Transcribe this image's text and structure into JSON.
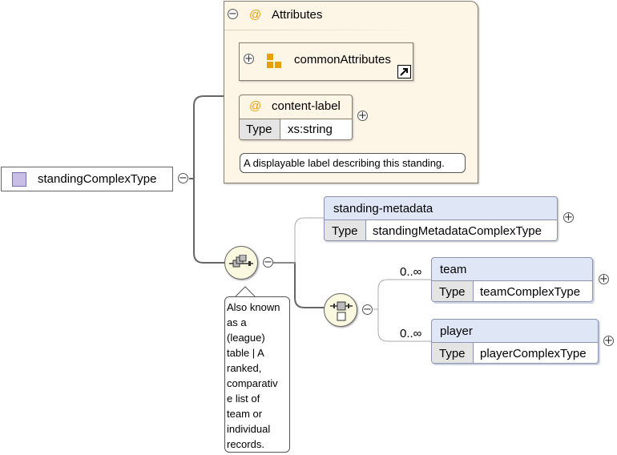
{
  "root": {
    "name": "standingComplexType",
    "toggle": "−"
  },
  "attributes_group": {
    "title": "Attributes",
    "at_symbol": "@",
    "toggle": "−",
    "common": {
      "name": "commonAttributes",
      "toggle": "+"
    },
    "content_label": {
      "name": "content-label",
      "type_label": "Type",
      "type_value": "xs:string",
      "toggle": "+",
      "annotation": "A displayable label describing this standing."
    }
  },
  "sequence": {
    "toggle": "−",
    "annotation_lines": [
      "Also known",
      "as a",
      "(league)",
      "table | A",
      "ranked,",
      "comparativ",
      "e list of",
      "team or",
      "individual",
      "records."
    ]
  },
  "standing_metadata": {
    "name": "standing-metadata",
    "type_label": "Type",
    "type_value": "standingMetadataComplexType",
    "toggle": "+"
  },
  "choice": {
    "toggle": "−"
  },
  "team": {
    "name": "team",
    "cardinality": "0..∞",
    "type_label": "Type",
    "type_value": "teamComplexType",
    "toggle": "+"
  },
  "player": {
    "name": "player",
    "cardinality": "0..∞",
    "type_label": "Type",
    "type_value": "playerComplexType",
    "toggle": "+"
  },
  "colors": {
    "attr_panel": "#fdf5e6",
    "attr_border": "#8a7e6a",
    "element_fill": "#dfe6f5",
    "type_fill": "#e4e4e4",
    "accent": "#e8a000",
    "complex_icon": "#c9bfe6"
  }
}
